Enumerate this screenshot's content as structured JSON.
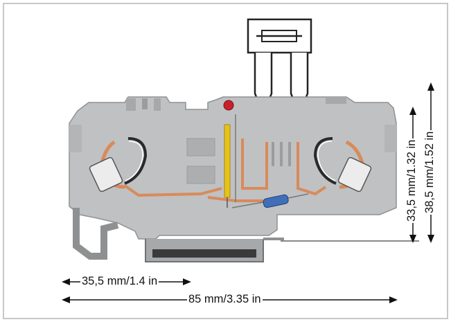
{
  "dimensions": {
    "width_35": "35,5 mm/1.4 in",
    "width_85": "85 mm/3.35 in",
    "height_33": "33,5 mm/1.32 in",
    "height_38": "38,5 mm/1.52 in"
  },
  "colors": {
    "housing": "#bfc1c3",
    "housing_dark": "#9a9c9e",
    "copper": "#d98a5a",
    "spring": "#3a3a3a",
    "indicator_led": "#c8202a",
    "fuse_body": "#e6c21a",
    "frame_border": "#c7c7c7"
  },
  "icons": [
    "fuse-plug-icon",
    "clamp-spring-icon",
    "resistor-icon",
    "din-rail-foot-icon"
  ]
}
